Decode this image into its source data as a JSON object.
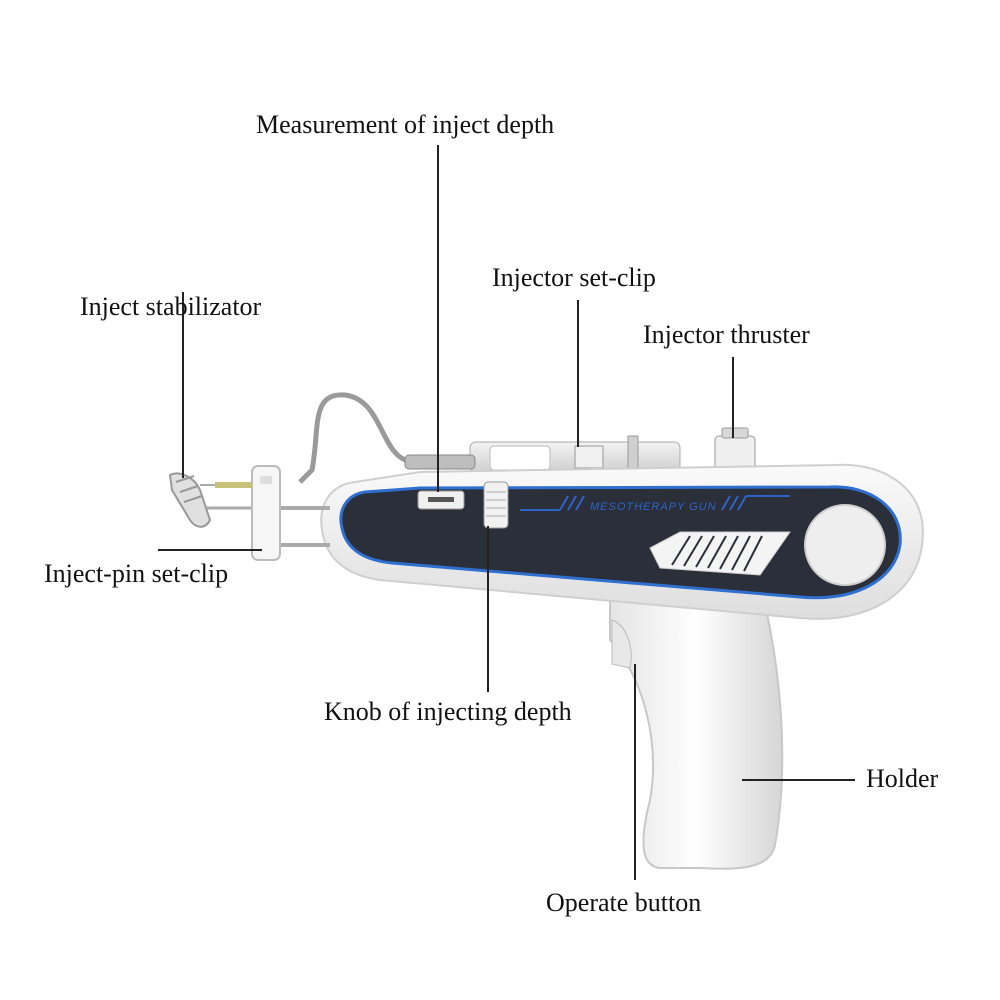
{
  "diagram": {
    "device_brand": "MESOTHERAPY GUN",
    "labels": {
      "measurement": "Measurement of inject depth",
      "stabilizator": "Inject stabilizator",
      "set_clip": "Injector set-clip",
      "thruster": "Injector thruster",
      "pin_clip": "Inject-pin set-clip",
      "knob": "Knob of injecting depth",
      "holder": "Holder",
      "operate": "Operate button"
    }
  }
}
